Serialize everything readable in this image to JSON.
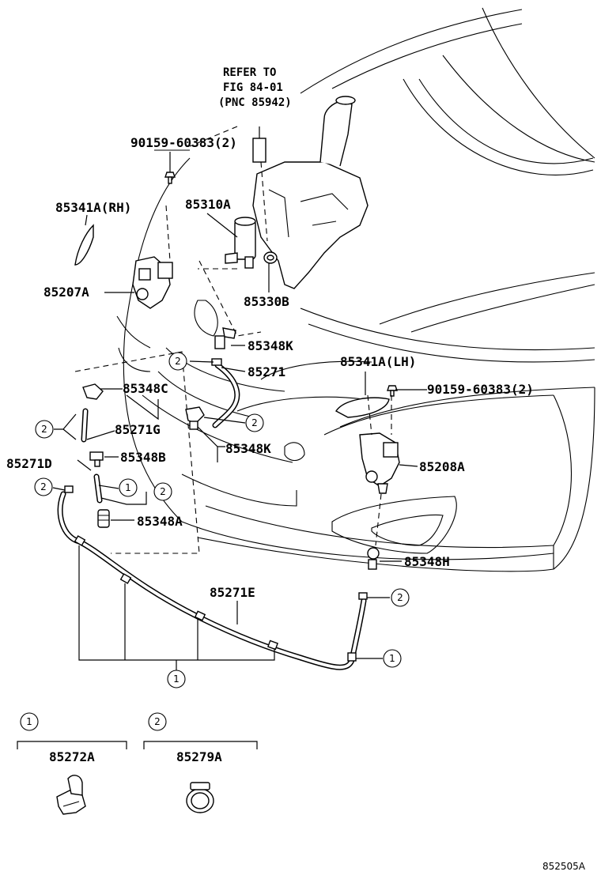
{
  "refer_note": {
    "line1": "REFER TO",
    "line2": "FIG 84-01",
    "line3": "(PNC 85942)"
  },
  "labels": {
    "bolt_upper": "90159-60383(2)",
    "nozzle_rh": "85341A(RH)",
    "pump": "85310A",
    "actuator_rh": "85207A",
    "grommet": "85330B",
    "joint_k_upper": "85348K",
    "hose_85271": "85271",
    "nozzle_lh": "85341A(LH)",
    "bolt_lh": "90159-60383(2)",
    "joint_c": "85348C",
    "hose_g": "85271G",
    "joint_k_lower": "85348K",
    "actuator_lh": "85208A",
    "hose_d": "85271D",
    "joint_b": "85348B",
    "joint_a": "85348A",
    "joint_h": "85348H",
    "hose_e": "85271E"
  },
  "callouts": {
    "one": "1",
    "two": "2"
  },
  "legend": {
    "item1_part": "85272A",
    "item2_part": "85279A"
  },
  "figure_id": "852505A"
}
